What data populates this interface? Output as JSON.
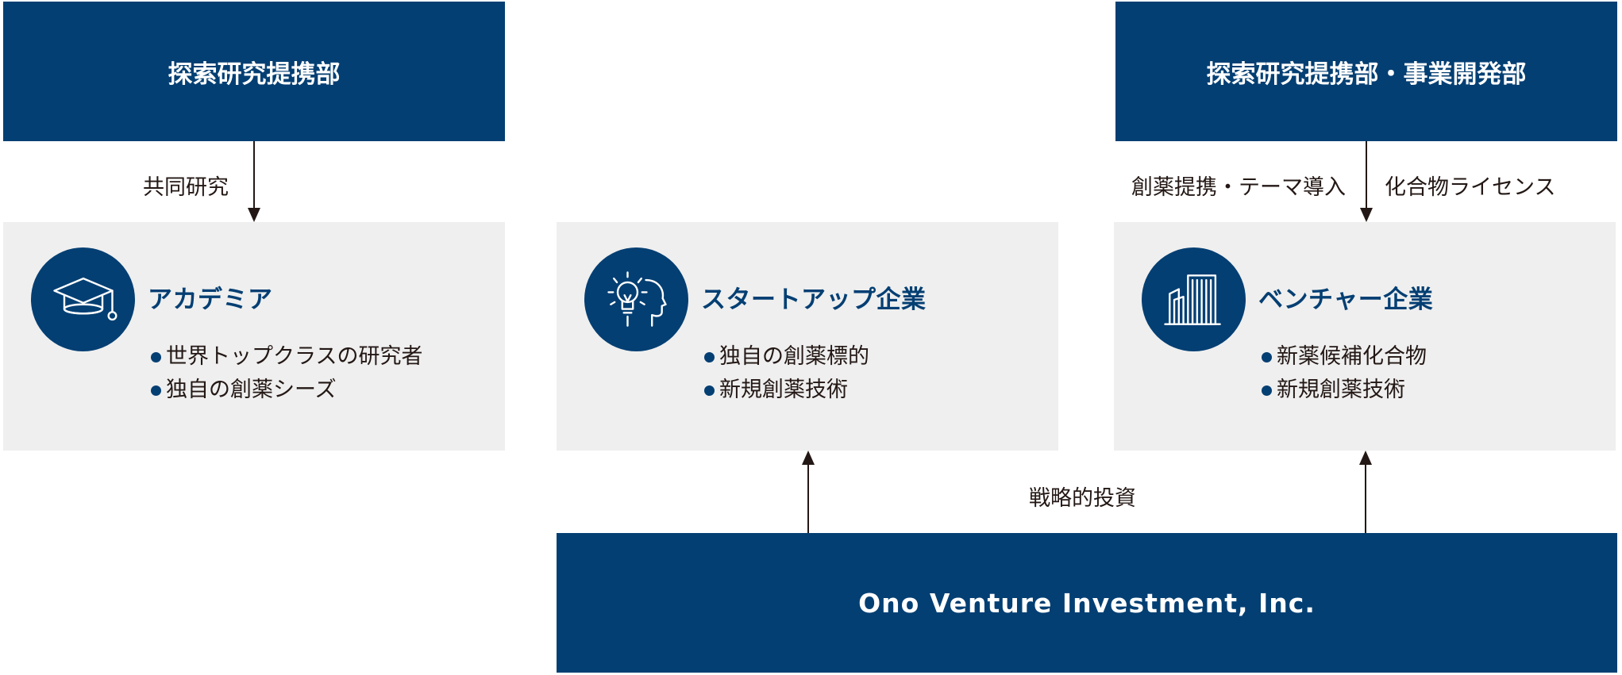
{
  "top_left": {
    "title": "探索研究提携部"
  },
  "top_right": {
    "title": "探索研究提携部・事業開発部"
  },
  "bottom": {
    "title": "Ono Venture Investment, Inc."
  },
  "labels": {
    "joint_research": "共同研究",
    "drug_partnership": "創薬提携・テーマ導入",
    "compound_license": "化合物ライセンス",
    "strategic_investment": "戦略的投資"
  },
  "cards": [
    {
      "icon": "graduation-cap-icon",
      "title": "アカデミア",
      "items": [
        "世界トップクラスの研究者",
        "独自の創薬シーズ"
      ]
    },
    {
      "icon": "lightbulb-head-icon",
      "title": "スタートアップ企業",
      "items": [
        "独自の創薬標的",
        "新規創薬技術"
      ]
    },
    {
      "icon": "buildings-icon",
      "title": "ベンチャー企業",
      "items": [
        "新薬候補化合物",
        "新規創薬技術"
      ]
    }
  ],
  "colors": {
    "navy": "#043f73",
    "card_bg": "#efefef",
    "text": "#231815"
  }
}
